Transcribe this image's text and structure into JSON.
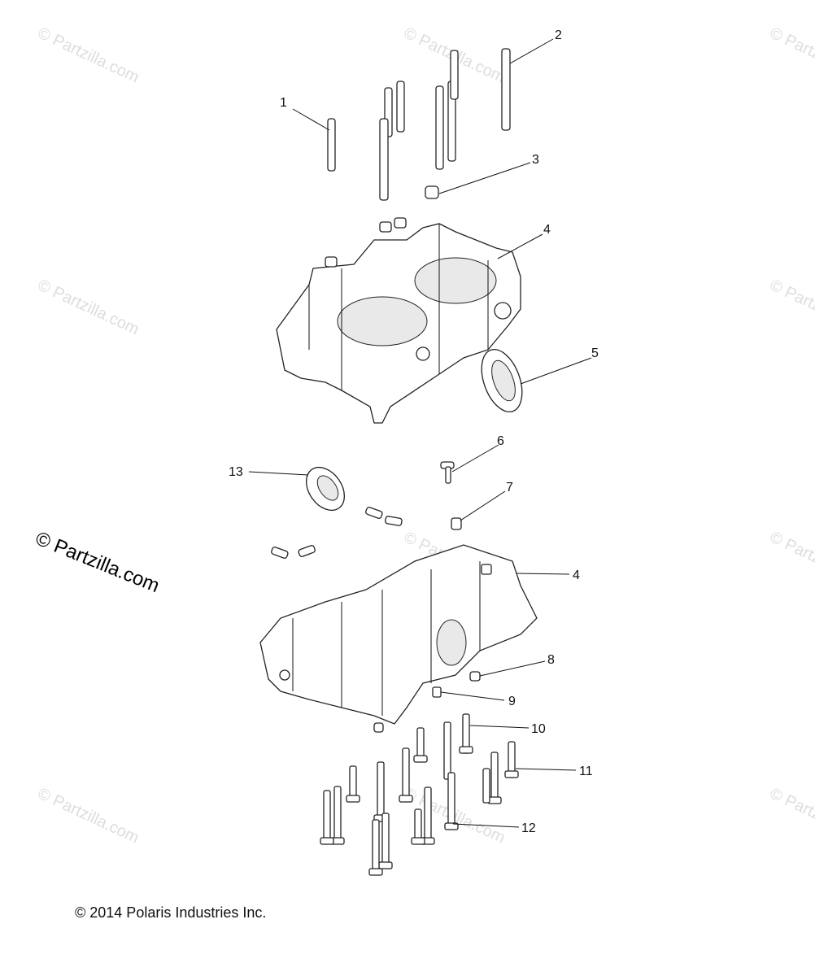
{
  "watermark_text": "© Partzilla.com",
  "copyright": "© 2014 Polaris Industries Inc.",
  "callouts": [
    {
      "label": "1"
    },
    {
      "label": "2"
    },
    {
      "label": "3"
    },
    {
      "label": "4"
    },
    {
      "label": "5"
    },
    {
      "label": "6"
    },
    {
      "label": "7"
    },
    {
      "label": "4"
    },
    {
      "label": "8"
    },
    {
      "label": "9"
    },
    {
      "label": "10"
    },
    {
      "label": "11"
    },
    {
      "label": "12"
    },
    {
      "label": "13"
    }
  ],
  "colors": {
    "line": "#111111",
    "watermark": "#dddddd"
  }
}
